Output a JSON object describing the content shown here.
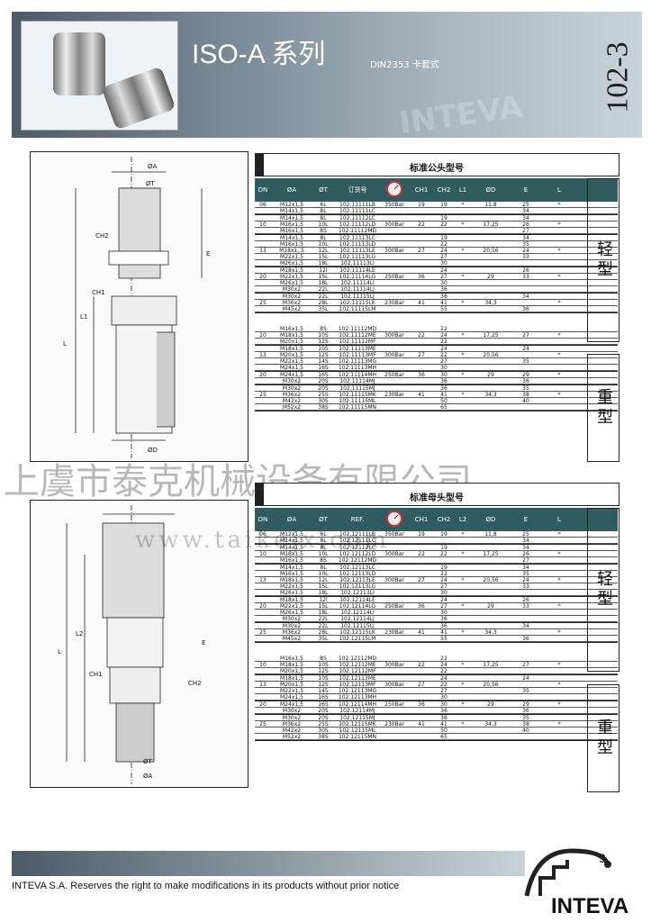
{
  "header": {
    "title": "ISO-A 系列",
    "subtitle": "DIN2353 卡套式",
    "watermark": "INTEVA",
    "code": "102-3"
  },
  "drawing_labels": {
    "phiA": "ØA",
    "phiT": "ØT",
    "phiD": "ØD",
    "ch1": "CH1",
    "ch2": "CH2",
    "L": "L",
    "L1": "L1",
    "L2": "L2",
    "E": "E"
  },
  "male": {
    "title": "标准公头型号",
    "columns": [
      "DN",
      "ØA",
      "ØT",
      "订货号",
      "",
      "CH1",
      "CH2",
      "L1",
      "ØD",
      "E",
      "L"
    ],
    "light_label": "轻型",
    "heavy_label": "重型",
    "light": [
      {
        "dn": "06",
        "pressure": "350Bar",
        "ch1": "19",
        "l1": "*",
        "od": "11,8",
        "l": "*",
        "rows": [
          [
            "M12x1,5",
            "6L",
            "102.11111LB",
            "19",
            "25"
          ],
          [
            "M14x1,5",
            "8L",
            "102.11111LC",
            "",
            "34"
          ]
        ]
      },
      {
        "dn": "10",
        "pressure": "300Bar",
        "ch1": "22",
        "l1": "*",
        "od": "17,25",
        "l": "*",
        "rows": [
          [
            "M14x1,5",
            "8L",
            "102.11112LC",
            "19",
            "34"
          ],
          [
            "M16x1,5",
            "10L",
            "102.11112LD",
            "22",
            "26"
          ],
          [
            "M16x1,5",
            "8S",
            "102.11112MD",
            "",
            "27"
          ]
        ]
      },
      {
        "dn": "13",
        "pressure": "300Bar",
        "ch1": "27",
        "l1": "*",
        "od": "20,56",
        "l": "*",
        "rows": [
          [
            "M14x1,5",
            "8L",
            "102.11113LC",
            "19",
            "34"
          ],
          [
            "M16x1,5",
            "10L",
            "102.11113LD",
            "22",
            "35"
          ],
          [
            "M18x1,,5",
            "12L",
            "102.11113LE",
            "24",
            "24"
          ],
          [
            "M22x1,5",
            "15L",
            "102.11113LG",
            "27",
            "33"
          ],
          [
            "M26x1,5",
            "18L",
            "102.11113LI",
            "30",
            ""
          ]
        ]
      },
      {
        "dn": "20",
        "pressure": "250Bar",
        "ch1": "36",
        "l1": "*",
        "od": "29",
        "l": "*",
        "rows": [
          [
            "M18x1,5",
            "12l",
            "102.11114LE",
            "24",
            "26"
          ],
          [
            "M22x1,5",
            "15L",
            "102.11114LG",
            "27",
            "33"
          ],
          [
            "M26x1,5",
            "18L",
            "102.11114LI",
            "30",
            ""
          ],
          [
            "M30x2",
            "22L",
            "102.11114LJ",
            "36",
            ""
          ]
        ]
      },
      {
        "dn": "25",
        "pressure": "230Bar",
        "ch1": "41",
        "l1": "*",
        "od": "34,3",
        "l": "*",
        "rows": [
          [
            "M30x2",
            "22L",
            "102.11115LJ",
            "36",
            "34"
          ],
          [
            "M36x2",
            "28L",
            "102.11115LK",
            "41",
            ""
          ],
          [
            "M45x2",
            "35L",
            "102.11115LM",
            "55",
            "36"
          ]
        ]
      }
    ],
    "heavy": [
      {
        "dn": "10",
        "pressure": "300Bar",
        "ch1": "22",
        "l1": "*",
        "od": "17,25",
        "e": "27",
        "l": "*",
        "rows": [
          [
            "M16x1,5",
            "8S",
            "102.11112MD",
            "22",
            ""
          ],
          [
            "M18x1,5",
            "10S",
            "102.11112ME",
            "24",
            ""
          ],
          [
            "M20x1,5",
            "12S",
            "102.11112MF",
            "22",
            ""
          ]
        ]
      },
      {
        "dn": "13",
        "pressure": "300Bar",
        "ch1": "27",
        "l1": "*",
        "od": "20,56",
        "l": "*",
        "rows": [
          [
            "M18x1,5",
            "10S",
            "102.11113ME",
            "24",
            "24"
          ],
          [
            "M20x1,5",
            "12S",
            "102.11113MF",
            "22",
            ""
          ],
          [
            "M22x1,5",
            "14S",
            "102.11113MG",
            "27",
            "35"
          ],
          [
            "M24x1,5",
            "16S",
            "102.11113MH",
            "30",
            ""
          ]
        ]
      },
      {
        "dn": "20",
        "pressure": "250Bar",
        "ch1": "36",
        "l1": "*",
        "od": "29",
        "l": "*",
        "rows": [
          [
            "M24x1,5",
            "16S",
            "102.11114MH",
            "30",
            "29"
          ],
          [
            "M30x2",
            "20S",
            "102.11114MJ",
            "36",
            "36"
          ]
        ]
      },
      {
        "dn": "25",
        "pressure": "230Bar",
        "ch1": "41",
        "l1": "*",
        "od": "34,3",
        "l": "*",
        "rows": [
          [
            "M30x2",
            "20S",
            "102.11115MJ",
            "36",
            "35"
          ],
          [
            "M36x2",
            "25S",
            "102.11115MK",
            "41",
            "38"
          ],
          [
            "M42x2",
            "30S",
            "102.11115ML",
            "50",
            "40"
          ],
          [
            "M52x2",
            "38S",
            "102.11115MN",
            "65",
            ""
          ]
        ]
      }
    ]
  },
  "female": {
    "title": "标准母头型号",
    "columns": [
      "DN",
      "ØA",
      "ØT",
      "REF.",
      "",
      "CH1",
      "CH2",
      "L2",
      "ØD",
      "E",
      "L"
    ],
    "light_label": "轻型",
    "heavy_label": "重型",
    "light": [
      {
        "dn": "06",
        "pressure": "350Bar",
        "ch1": "19",
        "l1": "*",
        "od": "11,8",
        "l": "*",
        "rows": [
          [
            "M12x1,5",
            "6L",
            "102.12111LB",
            "19",
            "25"
          ],
          [
            "M14x1,5",
            "8L",
            "102.12111LC",
            "",
            "34"
          ]
        ]
      },
      {
        "dn": "10",
        "pressure": "300Bar",
        "ch1": "22",
        "l1": "*",
        "od": "17,25",
        "l": "*",
        "rows": [
          [
            "M14x1,5",
            "8L",
            "102.12112LC",
            "19",
            "34"
          ],
          [
            "M16x1,5",
            "10L",
            "102.12112LD",
            "22",
            "26"
          ],
          [
            "M16x1,5",
            "8S",
            "102.12112MD",
            "",
            "27"
          ]
        ]
      },
      {
        "dn": "13",
        "pressure": "300Bar",
        "ch1": "27",
        "l1": "*",
        "od": "20,56",
        "l": "*",
        "rows": [
          [
            "M14x1,5",
            "8L",
            "102.12113LC",
            "19",
            "34"
          ],
          [
            "M16x1,5",
            "10L",
            "102.12113LD",
            "22",
            "35"
          ],
          [
            "M18x1,5",
            "12L",
            "102.12113LE",
            "24",
            "24"
          ],
          [
            "M22x1,5",
            "15L",
            "102.12113LG",
            "27",
            "33"
          ],
          [
            "M26x1,5",
            "18L",
            "102.12113LI",
            "30",
            ""
          ]
        ]
      },
      {
        "dn": "20",
        "pressure": "250Bar",
        "ch1": "36",
        "l1": "*",
        "od": "29",
        "l": "*",
        "rows": [
          [
            "M18x1,5",
            "12l",
            "102.12114LE",
            "24",
            "26"
          ],
          [
            "M22x1,5",
            "15L",
            "102.12114LG",
            "27",
            "33"
          ],
          [
            "M26x1,5",
            "18L",
            "102.12114LI",
            "30",
            ""
          ],
          [
            "M30x2",
            "22L",
            "102.12114LJ",
            "36",
            ""
          ]
        ]
      },
      {
        "dn": "25",
        "pressure": "230Bar",
        "ch1": "41",
        "l1": "*",
        "od": "34,3",
        "l": "*",
        "rows": [
          [
            "M30x2",
            "22L",
            "102.12115LJ",
            "36",
            "34"
          ],
          [
            "M36x2",
            "28L",
            "102.12115LK",
            "41",
            ""
          ],
          [
            "M45x2",
            "35L",
            "102.12115LM",
            "55",
            "36"
          ]
        ]
      }
    ],
    "heavy": [
      {
        "dn": "10",
        "pressure": "300Bar",
        "ch1": "22",
        "l1": "*",
        "od": "17,25",
        "e": "27",
        "l": "*",
        "rows": [
          [
            "M16x1,5",
            "8S",
            "102.12112MD",
            "22",
            ""
          ],
          [
            "M18x1,5",
            "10S",
            "102.12112ME",
            "24",
            ""
          ],
          [
            "M20x1,5",
            "12S",
            "102.12112MF",
            "22",
            ""
          ]
        ]
      },
      {
        "dn": "13",
        "pressure": "300Bar",
        "ch1": "27",
        "l1": "*",
        "od": "20,56",
        "l": "*",
        "rows": [
          [
            "M18x1,5",
            "10S",
            "102.12113ME",
            "24",
            "24"
          ],
          [
            "M20x1,5",
            "12S",
            "102.12113MF",
            "22",
            ""
          ],
          [
            "M22x1,5",
            "14S",
            "102.12113MG",
            "27",
            "35"
          ],
          [
            "M24x1,5",
            "16S",
            "102.12113MH",
            "30",
            ""
          ]
        ]
      },
      {
        "dn": "20",
        "pressure": "250Bar",
        "ch1": "36",
        "l1": "*",
        "od": "29",
        "l": "*",
        "rows": [
          [
            "M24x1,5",
            "16S",
            "102.12114MH",
            "30",
            "29"
          ],
          [
            "M30x2",
            "20S",
            "102.12114MJ",
            "36",
            "36"
          ]
        ]
      },
      {
        "dn": "25",
        "pressure": "230Bar",
        "ch1": "41",
        "l1": "*",
        "od": "34,3",
        "l": "*",
        "rows": [
          [
            "M30x2",
            "20S",
            "102.12115MJ",
            "36",
            "35"
          ],
          [
            "M36x2",
            "25S",
            "102.12115MK",
            "41",
            "38"
          ],
          [
            "M42x2",
            "30S",
            "102.12115ML",
            "50",
            "40"
          ],
          [
            "M52x2",
            "38S",
            "102.12115MN",
            "65",
            ""
          ]
        ]
      }
    ]
  },
  "watermarks": {
    "company": "上虞市泰克机械设备有限公司",
    "url": "www.taikejx.com"
  },
  "footer": {
    "notice": "INTEVA S.A. Reserves the right to make modifications in its products without prior notice",
    "page": "9",
    "logo": "INTEVA"
  },
  "colors": {
    "table_header": "#2f5d5f",
    "banner": "#6f808c"
  }
}
